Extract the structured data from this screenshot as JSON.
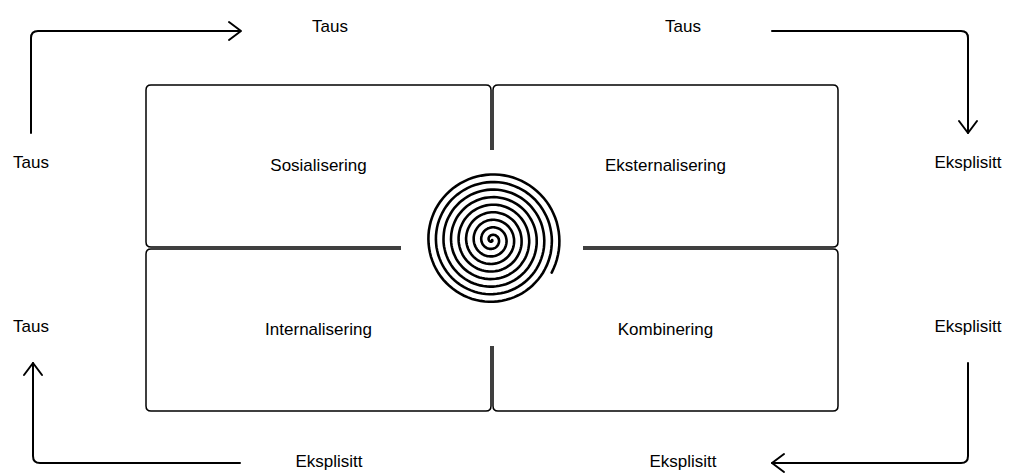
{
  "diagram": {
    "nodes": [
      {
        "text": [
          "Sosialisering"
        ]
      },
      {
        "text": [
          "Eksternalisering"
        ]
      },
      {
        "text": [
          "Internalisering"
        ]
      },
      {
        "text": [
          "Kombinering"
        ]
      }
    ],
    "labels": [
      "Taus",
      "Taus",
      "Taus",
      "Eksplisitt",
      "Taus",
      "Eksplisitt",
      "Eksplisitt",
      "Eksplisitt"
    ]
  }
}
